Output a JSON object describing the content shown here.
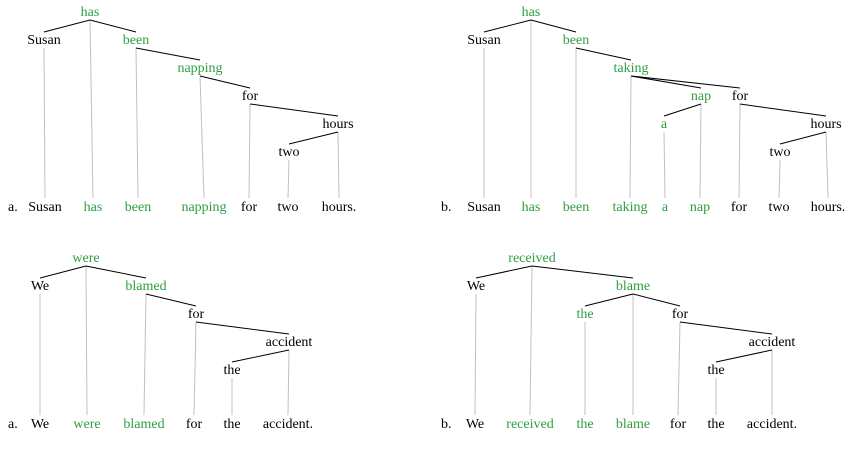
{
  "colors": {
    "black": "#000000",
    "green": "#2e9e40",
    "projection": "#c0c0c0"
  },
  "trees": [
    {
      "label": "a.",
      "nodes": [
        {
          "id": "n1",
          "text": "has",
          "green": true
        },
        {
          "id": "n2",
          "text": "Susan",
          "green": false
        },
        {
          "id": "n3",
          "text": "been",
          "green": true
        },
        {
          "id": "n4",
          "text": "napping",
          "green": true
        },
        {
          "id": "n5",
          "text": "for",
          "green": false
        },
        {
          "id": "n6",
          "text": "hours",
          "green": false
        },
        {
          "id": "n7",
          "text": "two",
          "green": false
        }
      ],
      "edges": [
        [
          "n1",
          "n2"
        ],
        [
          "n1",
          "n3"
        ],
        [
          "n3",
          "n4"
        ],
        [
          "n4",
          "n5"
        ],
        [
          "n5",
          "n6"
        ],
        [
          "n6",
          "n7"
        ]
      ],
      "sentence": [
        {
          "text": "Susan",
          "green": false,
          "node": "n2"
        },
        {
          "text": "has",
          "green": true,
          "node": "n1"
        },
        {
          "text": "been",
          "green": true,
          "node": "n3"
        },
        {
          "text": "napping",
          "green": true,
          "node": "n4"
        },
        {
          "text": "for",
          "green": false,
          "node": "n5"
        },
        {
          "text": "two",
          "green": false,
          "node": "n7"
        },
        {
          "text": "hours.",
          "green": false,
          "node": "n6"
        }
      ]
    },
    {
      "label": "b.",
      "nodes": [
        {
          "id": "n1",
          "text": "has",
          "green": true
        },
        {
          "id": "n2",
          "text": "Susan",
          "green": false
        },
        {
          "id": "n3",
          "text": "been",
          "green": true
        },
        {
          "id": "n4",
          "text": "taking",
          "green": true
        },
        {
          "id": "n5",
          "text": "nap",
          "green": true
        },
        {
          "id": "n6",
          "text": "a",
          "green": true
        },
        {
          "id": "n7",
          "text": "for",
          "green": false
        },
        {
          "id": "n8",
          "text": "hours",
          "green": false
        },
        {
          "id": "n9",
          "text": "two",
          "green": false
        }
      ],
      "edges": [
        [
          "n1",
          "n2"
        ],
        [
          "n1",
          "n3"
        ],
        [
          "n3",
          "n4"
        ],
        [
          "n4",
          "n5"
        ],
        [
          "n5",
          "n6"
        ],
        [
          "n4",
          "n7"
        ],
        [
          "n7",
          "n8"
        ],
        [
          "n8",
          "n9"
        ]
      ],
      "sentence": [
        {
          "text": "Susan",
          "green": false,
          "node": "n2"
        },
        {
          "text": "has",
          "green": true,
          "node": "n1"
        },
        {
          "text": "been",
          "green": true,
          "node": "n3"
        },
        {
          "text": "taking",
          "green": true,
          "node": "n4"
        },
        {
          "text": "a",
          "green": true,
          "node": "n6"
        },
        {
          "text": "nap",
          "green": true,
          "node": "n5"
        },
        {
          "text": "for",
          "green": false,
          "node": "n7"
        },
        {
          "text": "two",
          "green": false,
          "node": "n9"
        },
        {
          "text": "hours.",
          "green": false,
          "node": "n8"
        }
      ]
    },
    {
      "label": "a.",
      "nodes": [
        {
          "id": "n1",
          "text": "were",
          "green": true
        },
        {
          "id": "n2",
          "text": "We",
          "green": false
        },
        {
          "id": "n3",
          "text": "blamed",
          "green": true
        },
        {
          "id": "n4",
          "text": "for",
          "green": false
        },
        {
          "id": "n5",
          "text": "accident",
          "green": false
        },
        {
          "id": "n6",
          "text": "the",
          "green": false
        }
      ],
      "edges": [
        [
          "n1",
          "n2"
        ],
        [
          "n1",
          "n3"
        ],
        [
          "n3",
          "n4"
        ],
        [
          "n4",
          "n5"
        ],
        [
          "n5",
          "n6"
        ]
      ],
      "sentence": [
        {
          "text": "We",
          "green": false,
          "node": "n2"
        },
        {
          "text": "were",
          "green": true,
          "node": "n1"
        },
        {
          "text": "blamed",
          "green": true,
          "node": "n3"
        },
        {
          "text": "for",
          "green": false,
          "node": "n4"
        },
        {
          "text": "the",
          "green": false,
          "node": "n6"
        },
        {
          "text": "accident.",
          "green": false,
          "node": "n5"
        }
      ]
    },
    {
      "label": "b.",
      "nodes": [
        {
          "id": "n1",
          "text": "received",
          "green": true
        },
        {
          "id": "n2",
          "text": "We",
          "green": false
        },
        {
          "id": "n3",
          "text": "blame",
          "green": true
        },
        {
          "id": "n4",
          "text": "the",
          "green": true
        },
        {
          "id": "n5",
          "text": "for",
          "green": false
        },
        {
          "id": "n6",
          "text": "accident",
          "green": false
        },
        {
          "id": "n7",
          "text": "the",
          "green": false
        }
      ],
      "edges": [
        [
          "n1",
          "n2"
        ],
        [
          "n1",
          "n3"
        ],
        [
          "n3",
          "n4"
        ],
        [
          "n3",
          "n5"
        ],
        [
          "n5",
          "n6"
        ],
        [
          "n6",
          "n7"
        ]
      ],
      "sentence": [
        {
          "text": "We",
          "green": false,
          "node": "n2"
        },
        {
          "text": "received",
          "green": true,
          "node": "n1"
        },
        {
          "text": "the",
          "green": true,
          "node": "n4"
        },
        {
          "text": "blame",
          "green": true,
          "node": "n3"
        },
        {
          "text": "for",
          "green": false,
          "node": "n5"
        },
        {
          "text": "the",
          "green": false,
          "node": "n7"
        },
        {
          "text": "accident.",
          "green": false,
          "node": "n6"
        }
      ]
    }
  ]
}
